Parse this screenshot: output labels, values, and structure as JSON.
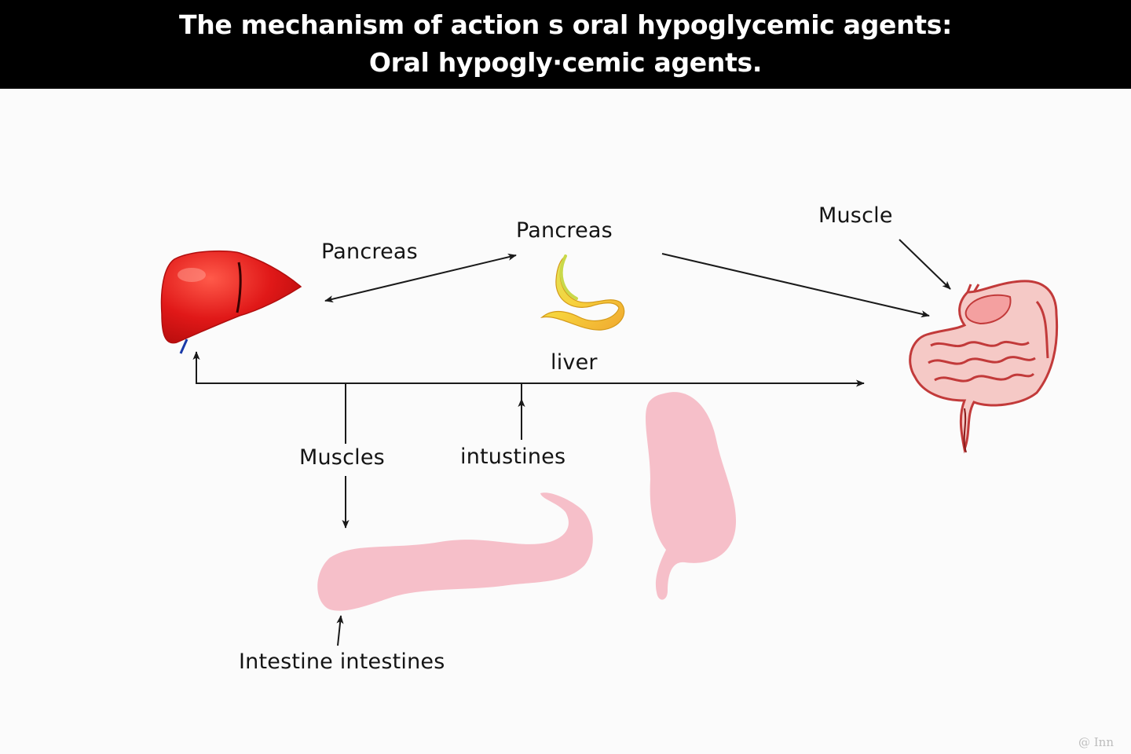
{
  "title": {
    "line1": "The mechanism of action s oral hypoglycemic agents:",
    "line2": "Oral hypogly·cemic agents."
  },
  "labels": {
    "pancreas_left": "Pancreas",
    "pancreas_top": "Pancreas",
    "muscle": "Muscle",
    "liver": "liver",
    "muscles": "Muscles",
    "intustines": "intustines",
    "intestine_intestines": "Intestine intestines"
  },
  "watermark": "@ Inn",
  "colors": {
    "title_bar": "#000000",
    "liver_red": "#e01818",
    "pancreas_yellow": "#f2c23a",
    "intestine_pink": "#f6bcc6",
    "intestine_outline": "#c23a3a",
    "arrow": "#1a1a1a"
  }
}
